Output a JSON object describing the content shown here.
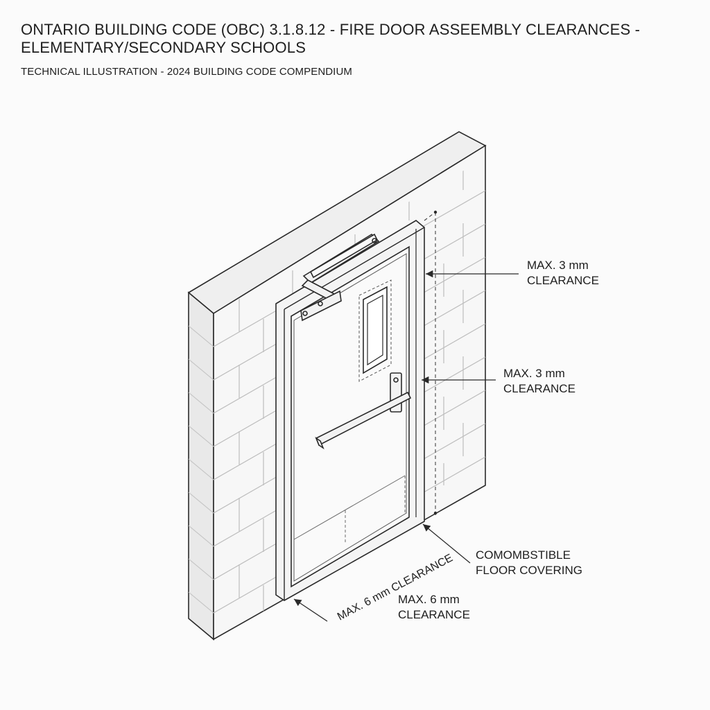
{
  "header": {
    "title": "ONTARIO BUILDING CODE (OBC) 3.1.8.12 - FIRE DOOR ASSEEMBLY CLEARANCES - ELEMENTARY/SECONDARY SCHOOLS",
    "subtitle": "TECHNICAL ILLUSTRATION - 2024 BUILDING CODE COMPENDIUM"
  },
  "callouts": {
    "top_right": {
      "line1": "MAX. 3 mm",
      "line2": "CLEARANCE"
    },
    "latch_side": {
      "line1": "MAX. 3 mm",
      "line2": "CLEARANCE"
    },
    "floor_covering": {
      "line1": "COMOMBSTIBLE",
      "line2": "FLOOR COVERING"
    },
    "bottom": {
      "line1": "MAX. 6 mm",
      "line2": "CLEARANCE"
    },
    "bottom_rotated": "MAX. 6 mm CLEARANCE"
  },
  "colors": {
    "line": "#2a2a2a",
    "wall_front": "#f7f7f7",
    "wall_side": "#e9e9e9",
    "wall_top": "#efefef",
    "background": "#fbfbfb"
  }
}
